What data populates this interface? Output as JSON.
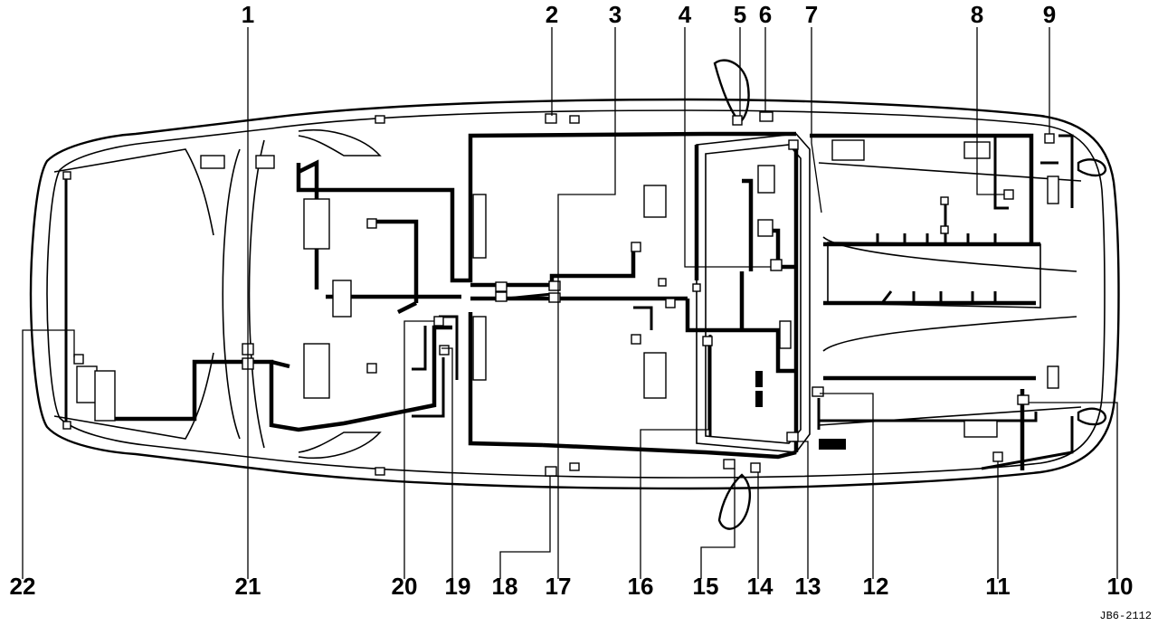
{
  "callouts_top": [
    {
      "id": "c1",
      "label": "1"
    },
    {
      "id": "c2",
      "label": "2"
    },
    {
      "id": "c3",
      "label": "3"
    },
    {
      "id": "c4",
      "label": "4"
    },
    {
      "id": "c5",
      "label": "5"
    },
    {
      "id": "c6",
      "label": "6"
    },
    {
      "id": "c7",
      "label": "7"
    },
    {
      "id": "c8",
      "label": "8"
    },
    {
      "id": "c9",
      "label": "9"
    }
  ],
  "callouts_bottom": [
    {
      "id": "c22",
      "label": "22"
    },
    {
      "id": "c21",
      "label": "21"
    },
    {
      "id": "c20",
      "label": "20"
    },
    {
      "id": "c19",
      "label": "19"
    },
    {
      "id": "c18",
      "label": "18"
    },
    {
      "id": "c17",
      "label": "17"
    },
    {
      "id": "c16",
      "label": "16"
    },
    {
      "id": "c15",
      "label": "15"
    },
    {
      "id": "c14",
      "label": "14"
    },
    {
      "id": "c13",
      "label": "13"
    },
    {
      "id": "c12",
      "label": "12"
    },
    {
      "id": "c11",
      "label": "11"
    },
    {
      "id": "c10",
      "label": "10"
    }
  ],
  "drawing_code": "JB6-2112"
}
